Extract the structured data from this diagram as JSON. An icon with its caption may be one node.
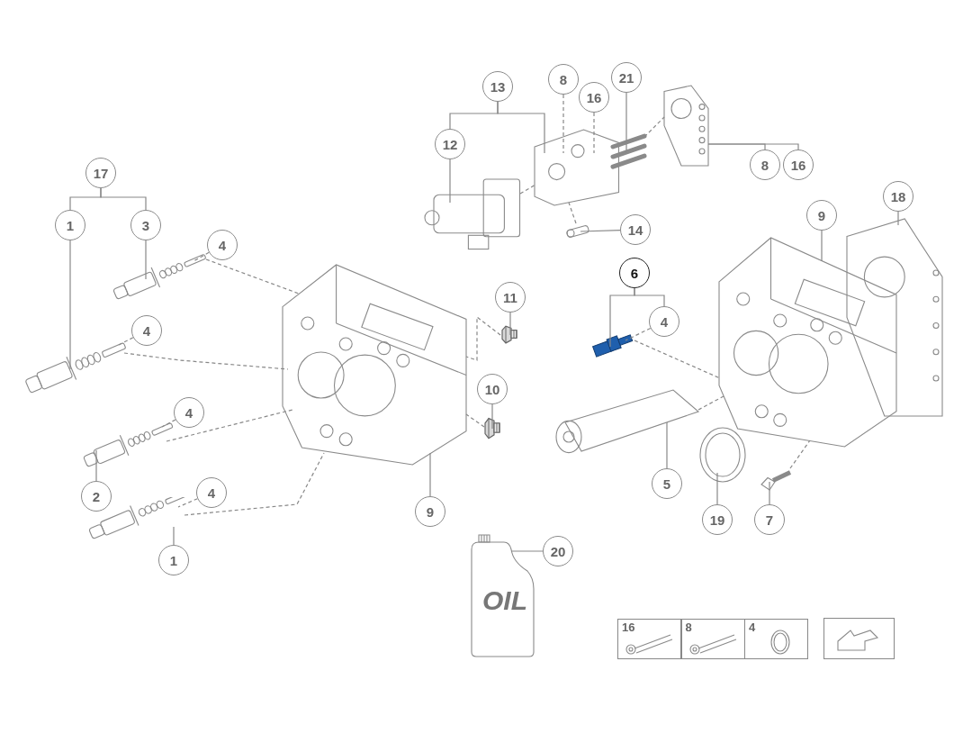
{
  "diagram": {
    "nodes": [
      {
        "text": [
          "13"
        ]
      },
      {
        "text": [
          "8"
        ]
      },
      {
        "text": [
          "21"
        ]
      },
      {
        "text": [
          "16"
        ]
      },
      {
        "text": [
          "12"
        ]
      },
      {
        "text": [],
        "shape": "picture"
      },
      {
        "text": [],
        "shape": "picture"
      },
      {
        "text": [],
        "shape": "picture"
      },
      {
        "text": [
          "8"
        ]
      },
      {
        "text": [
          "16"
        ]
      },
      {
        "text": [
          "17"
        ]
      },
      {
        "text": [
          "14"
        ]
      },
      {
        "text": [],
        "shape": "picture"
      },
      {
        "text": [
          "1"
        ]
      },
      {
        "text": [
          "3"
        ]
      },
      {
        "text": [
          "9"
        ]
      },
      {
        "text": [
          "18"
        ]
      },
      {
        "text": [
          "4"
        ]
      },
      {
        "text": [],
        "shape": "picture"
      },
      {
        "text": [
          "6"
        ]
      },
      {
        "text": [
          "11"
        ]
      },
      {
        "text": [],
        "shape": "picture"
      },
      {
        "text": [
          "4"
        ]
      },
      {
        "text": [],
        "shape": "picture"
      },
      {
        "text": [
          "4"
        ]
      },
      {
        "text": [],
        "shape": "picture"
      },
      {
        "text": [],
        "shape": "picture"
      },
      {
        "text": [],
        "shape": "picture"
      },
      {
        "text": [],
        "shape": "picture"
      },
      {
        "text": [
          "10"
        ]
      },
      {
        "text": [],
        "shape": "picture"
      },
      {
        "text": [
          "4"
        ]
      },
      {
        "text": [],
        "shape": "picture"
      },
      {
        "text": [],
        "shape": "picture"
      },
      {
        "text": [],
        "shape": "picture"
      },
      {
        "text": [
          "4"
        ]
      },
      {
        "text": [
          "2"
        ]
      },
      {
        "text": [
          "5"
        ]
      },
      {
        "text": [],
        "shape": "picture"
      },
      {
        "text": [],
        "shape": "picture"
      },
      {
        "text": [
          "9"
        ]
      },
      {
        "text": [
          "19"
        ]
      },
      {
        "text": [
          "7"
        ]
      },
      {
        "text": [
          "1"
        ]
      },
      {
        "text": [
          "20"
        ]
      },
      {
        "text": [
          "OIL"
        ]
      }
    ],
    "edges": [
      {
        "from": 0,
        "to": 4,
        "arrow": "none"
      },
      {
        "from": 0,
        "to": 6,
        "arrow": "none"
      },
      {
        "from": 1,
        "to": 6,
        "arrow": "none",
        "style": "dashed"
      },
      {
        "from": 3,
        "to": 6,
        "arrow": "none",
        "style": "dashed"
      },
      {
        "from": 2,
        "to": 6,
        "arrow": "none"
      },
      {
        "from": 4,
        "to": 5,
        "arrow": "none"
      },
      {
        "from": 7,
        "to": 8,
        "arrow": "none"
      },
      {
        "from": 7,
        "to": 9,
        "arrow": "none"
      },
      {
        "from": 10,
        "to": 13,
        "arrow": "none"
      },
      {
        "from": 10,
        "to": 14,
        "arrow": "none"
      },
      {
        "from": 11,
        "to": 12,
        "arrow": "none"
      },
      {
        "from": 13,
        "to": 25,
        "arrow": "none"
      },
      {
        "from": 14,
        "to": 18,
        "arrow": "none"
      },
      {
        "from": 15,
        "to": 27,
        "arrow": "none"
      },
      {
        "from": 16,
        "to": 28,
        "arrow": "none"
      },
      {
        "from": 17,
        "to": 18,
        "arrow": "none",
        "style": "dashed"
      },
      {
        "from": 19,
        "to": 23,
        "arrow": "none"
      },
      {
        "from": 19,
        "to": 22,
        "arrow": "none"
      },
      {
        "from": 20,
        "to": 21,
        "arrow": "none"
      },
      {
        "from": 22,
        "to": 23,
        "arrow": "none",
        "style": "dashed"
      },
      {
        "from": 24,
        "to": 25,
        "arrow": "none",
        "style": "dashed"
      },
      {
        "from": 29,
        "to": 30,
        "arrow": "none"
      },
      {
        "from": 31,
        "to": 32,
        "arrow": "none",
        "style": "dashed"
      },
      {
        "from": 35,
        "to": 39,
        "arrow": "none",
        "style": "dashed"
      },
      {
        "from": 36,
        "to": 32,
        "arrow": "none"
      },
      {
        "from": 37,
        "to": 33,
        "arrow": "none"
      },
      {
        "from": 40,
        "to": 26,
        "arrow": "none"
      },
      {
        "from": 41,
        "to": 34,
        "arrow": "none"
      },
      {
        "from": 42,
        "to": 38,
        "arrow": "none"
      },
      {
        "from": 43,
        "to": 39,
        "arrow": "none"
      },
      {
        "from": 44,
        "to": 45,
        "arrow": "none"
      },
      {
        "from": 18,
        "to": 26,
        "arrow": "none",
        "style": "dashed"
      },
      {
        "from": 25,
        "to": 26,
        "arrow": "none",
        "style": "dashed"
      },
      {
        "from": 32,
        "to": 26,
        "arrow": "none",
        "style": "dashed"
      },
      {
        "from": 39,
        "to": 26,
        "arrow": "none",
        "style": "dashed"
      },
      {
        "from": 21,
        "to": 26,
        "arrow": "none",
        "style": "dashed"
      },
      {
        "from": 30,
        "to": 26,
        "arrow": "none",
        "style": "dashed"
      },
      {
        "from": 23,
        "to": 27,
        "arrow": "none",
        "style": "dashed"
      },
      {
        "from": 33,
        "to": 27,
        "arrow": "none",
        "style": "dashed"
      },
      {
        "from": 38,
        "to": 27,
        "arrow": "none",
        "style": "dashed"
      },
      {
        "from": 5,
        "to": 6,
        "arrow": "none",
        "style": "dashed"
      },
      {
        "from": 6,
        "to": 7,
        "arrow": "none",
        "style": "dashed"
      },
      {
        "from": 12,
        "to": 6,
        "arrow": "none",
        "style": "dashed"
      }
    ],
    "labels": [
      "16",
      "8",
      "4"
    ]
  }
}
